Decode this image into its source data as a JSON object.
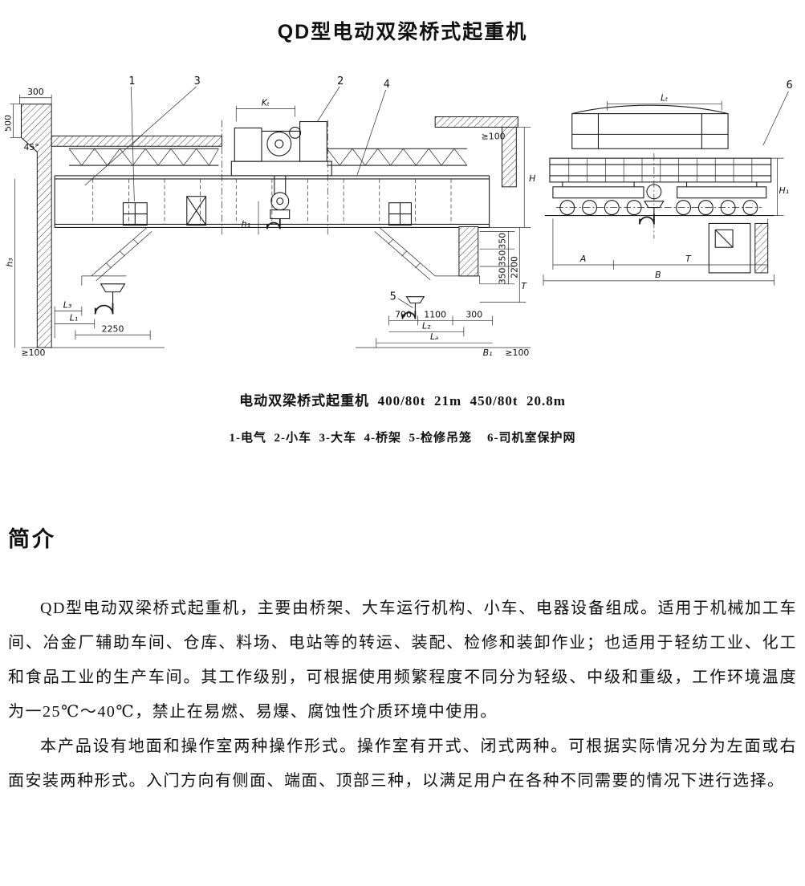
{
  "doc": {
    "title": "QD型电动双梁桥式起重机",
    "figure_caption": "电动双梁桥式起重机  400/80t  21m  450/80t  20.8m",
    "figure_legend": "1-电气  2-小车  3-大车  4-桥架  5-检修吊笼    6-司机室保护网",
    "intro_heading": "简介",
    "paragraphs": [
      "QD型电动双梁桥式起重机，主要由桥架、大车运行机构、小车、电器设备组成。适用于机械加工车间、冶金厂辅助车间、仓库、料场、电站等的转运、装配、检修和装卸作业；也适用于轻纺工业、化工和食品工业的生产车间。其工作级别，可根据使用频繁程度不同分为轻级、中级和重级，工作环境温度为一25℃～40℃，禁止在易燃、易爆、腐蚀性介质环境中使用。",
      "本产品设有地面和操作室两种操作形式。操作室有开式、闭式两种。可根据实际情况分为左面或右面安装两种形式。入门方向有侧面、端面、顶部三种，以满足用户在各种不同需要的情况下进行选择。"
    ]
  },
  "diagram": {
    "callouts": {
      "c1": "1",
      "c2": "2",
      "c3": "3",
      "c4": "4",
      "c5": "5",
      "c6": "6"
    },
    "labels": {
      "d300": "300",
      "d500": "500",
      "a45": "45°",
      "kt": "Kₜ",
      "ge100_roof": "≥100",
      "ge100_bottom_left": "≥100",
      "ge100_bottom_right": "≥100",
      "h3": "h₃",
      "h1": "h₁",
      "H": "H",
      "d2200": "2200",
      "d350_1": "350",
      "d350_2": "350",
      "d350_3": "350",
      "T_elev": "T",
      "B1": "B₁",
      "L3": "L₃",
      "L1": "L₁",
      "d2250": "2250",
      "d700": "700",
      "d1100": "1100",
      "d300_right": "300",
      "L2": "L₂",
      "LA": "Lₐ",
      "LT": "Lₜ",
      "H1": "H₁",
      "A": "A",
      "T": "T",
      "B": "B"
    }
  }
}
